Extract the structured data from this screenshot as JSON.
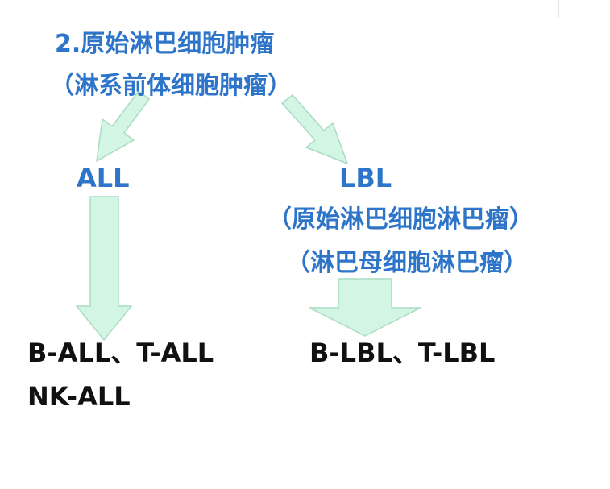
{
  "title": "2.原始淋巴细胞肿瘤",
  "subtitle": "（淋系前体细胞肿瘤）",
  "left_node": "ALL",
  "right_node": "LBL",
  "right_note_1": "（原始淋巴细胞淋巴瘤）",
  "right_note_2": "（淋巴母细胞淋巴瘤）",
  "left_result_1": "B-ALL、T-ALL",
  "left_result_2": "NK-ALL",
  "right_result": "B-LBL、T-LBL",
  "colors": {
    "heading": "#2e75c9",
    "result_text": "#111111",
    "arrow_fill": "#d3f5e3",
    "arrow_stroke": "#a9dcc3"
  }
}
